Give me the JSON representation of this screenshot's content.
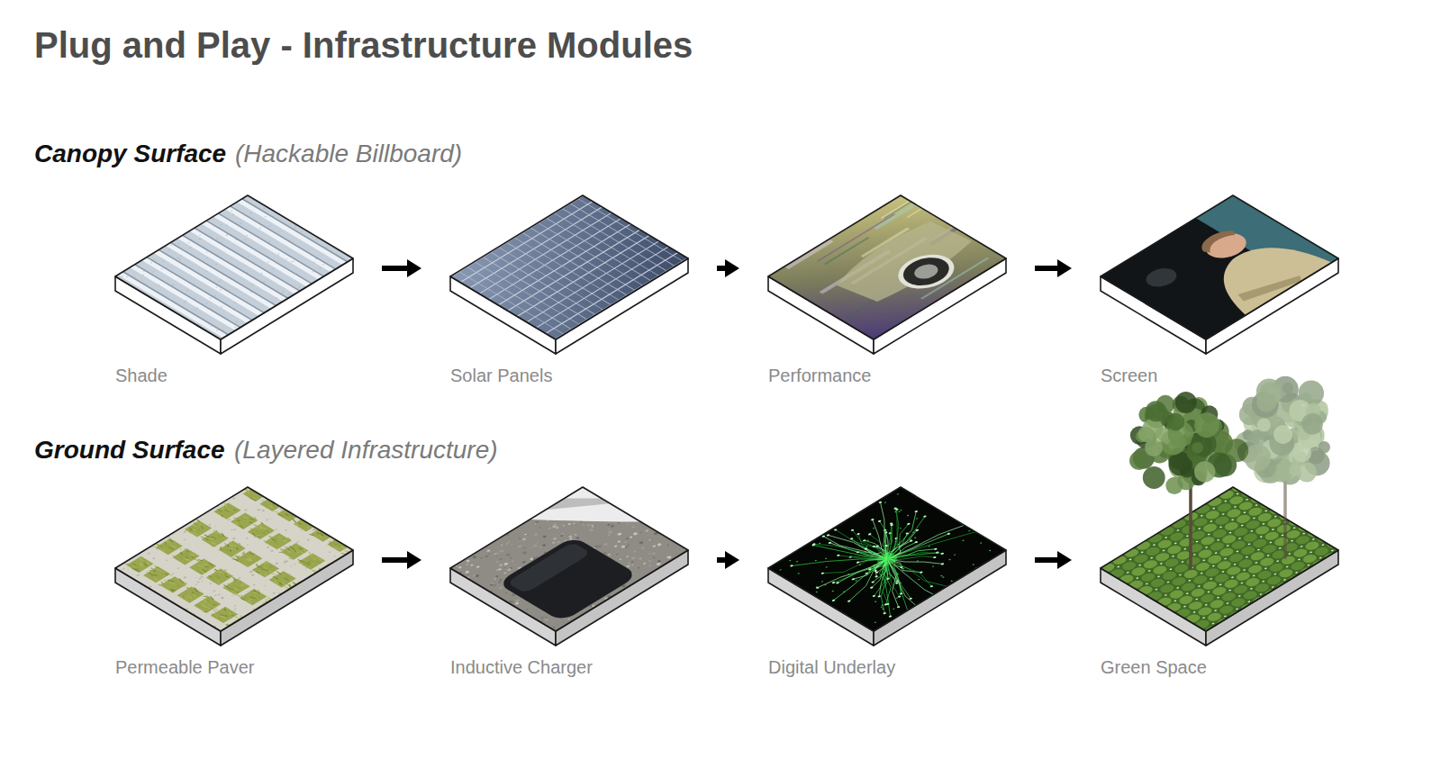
{
  "diagram": {
    "title": "Plug and Play - Infrastructure Modules",
    "nodes": [
      {
        "text": [
          "Shade"
        ]
      },
      {
        "text": [
          "Solar Panels"
        ]
      },
      {
        "text": [
          "Performance"
        ]
      },
      {
        "text": [
          "Screen"
        ]
      },
      {
        "text": [
          "Permeable Paver"
        ]
      },
      {
        "text": [
          "Inductive Charger"
        ]
      },
      {
        "text": [
          "Digital Underlay"
        ]
      },
      {
        "text": [
          "Green Space"
        ]
      }
    ],
    "edges": [
      {
        "from": 0,
        "to": 1,
        "arrow": "to"
      },
      {
        "from": 1,
        "to": 2,
        "arrow": "to"
      },
      {
        "from": 2,
        "to": 3,
        "arrow": "to"
      },
      {
        "from": 4,
        "to": 5,
        "arrow": "to"
      },
      {
        "from": 5,
        "to": 6,
        "arrow": "to"
      },
      {
        "from": 6,
        "to": 7,
        "arrow": "to"
      }
    ],
    "labels": [
      "Canopy Surface",
      "(Hackable Billboard)",
      "Ground Surface",
      "(Layered Infrastructure)"
    ]
  }
}
